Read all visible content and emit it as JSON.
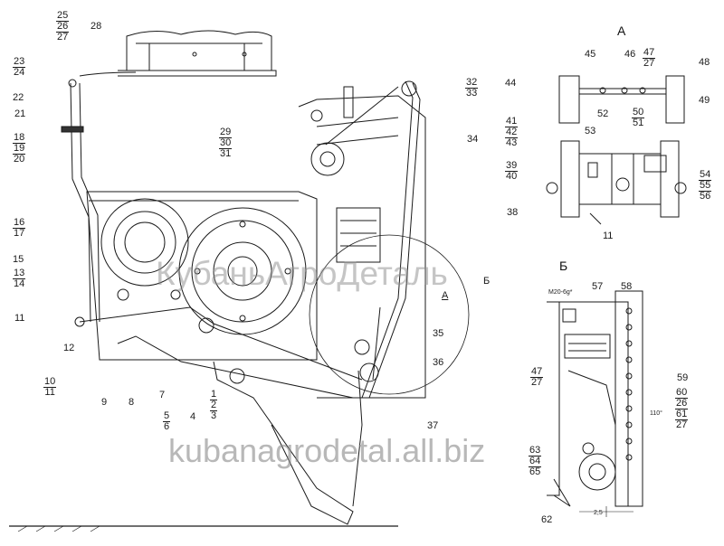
{
  "diagram": {
    "views": {
      "a": "А",
      "b": "Б"
    },
    "callouts": {
      "c1": "1",
      "c2": "2",
      "c3": "3",
      "c4": "4",
      "c5": "5",
      "c6": "6",
      "c7": "7",
      "c8": "8",
      "c9": "9",
      "c10": "10",
      "c11": "11",
      "c12": "12",
      "c13": "13",
      "c14": "14",
      "c15": "15",
      "c16": "16",
      "c17": "17",
      "c18": "18",
      "c19": "19",
      "c20": "20",
      "c21": "21",
      "c22": "22",
      "c23": "23",
      "c24": "24",
      "c25": "25",
      "c26": "26",
      "c27": "27",
      "c28": "28",
      "c29": "29",
      "c30": "30",
      "c31": "31",
      "c32": "32",
      "c33": "33",
      "c34": "34",
      "c35": "35",
      "c36": "36",
      "c37": "37",
      "c38": "38",
      "c39": "39",
      "c40": "40",
      "c41": "41",
      "c42": "42",
      "c43": "43",
      "c44": "44",
      "c45": "45",
      "c46": "46",
      "c47": "47",
      "c48": "48",
      "c49": "49",
      "c50": "50",
      "c51": "51",
      "c52": "52",
      "c53": "53",
      "c54": "54",
      "c55": "55",
      "c56": "56",
      "c57": "57",
      "c58": "58",
      "c59": "59",
      "c60": "60",
      "c61": "61",
      "c62": "62",
      "c63": "63",
      "c64": "64",
      "c65": "65"
    },
    "notes": {
      "thread": "M20-6g*",
      "angle": "110°",
      "dim": "2,5"
    }
  },
  "watermark": {
    "brand": "КубаньАгроДеталь",
    "site": "kubanagrodetal.all.biz"
  }
}
